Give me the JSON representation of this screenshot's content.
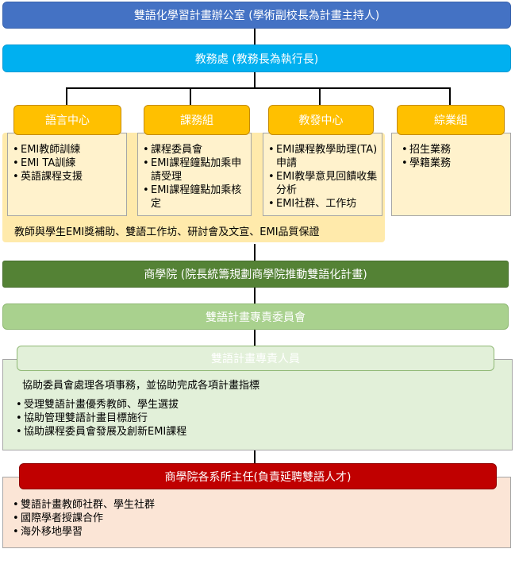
{
  "top_office": "雙語化學習計畫辦公室  (學術副校長為計畫主持人)",
  "academic_affairs": "教務處  (教務長為執行長)",
  "departments": [
    {
      "title": "語言中心",
      "items": [
        "EMI教師訓練",
        "EMI TA訓練",
        "英語課程支援"
      ]
    },
    {
      "title": "課務組",
      "items": [
        "課程委員會",
        "EMI課程鐘點加乘申請受理",
        "EMI課程鐘點加乘核定"
      ]
    },
    {
      "title": "教發中心",
      "items": [
        "EMI課程教學助理(TA)申請",
        "EMI教學意見回饋收集分析",
        "EMI社群、工作坊"
      ]
    },
    {
      "title": "綜業組",
      "items": [
        "招生業務",
        "學籍業務"
      ]
    }
  ],
  "shared_note": "教師與學生EMI獎補助、雙語工作坊、研討會及文宣、EMI品質保證",
  "business_school": "商學院 (院長統籌規劃商學院推動雙語化計畫)",
  "committee": "雙語計畫專責委員會",
  "staff": {
    "title": "雙語計畫專責人員",
    "intro": "協助委員會處理各項事務，並協助完成各項計畫指標",
    "items": [
      "受理雙語計畫優秀教師、學生選拔",
      "協助管理雙語計畫目標施行",
      "協助課程委員會發展及創新EMI課程"
    ]
  },
  "dept_heads": {
    "title": "商學院各系所主任(負責延聘雙語人才)",
    "items": [
      "雙語計畫教師社群、學生社群",
      "國際學者授課合作",
      "海外移地學習"
    ]
  }
}
